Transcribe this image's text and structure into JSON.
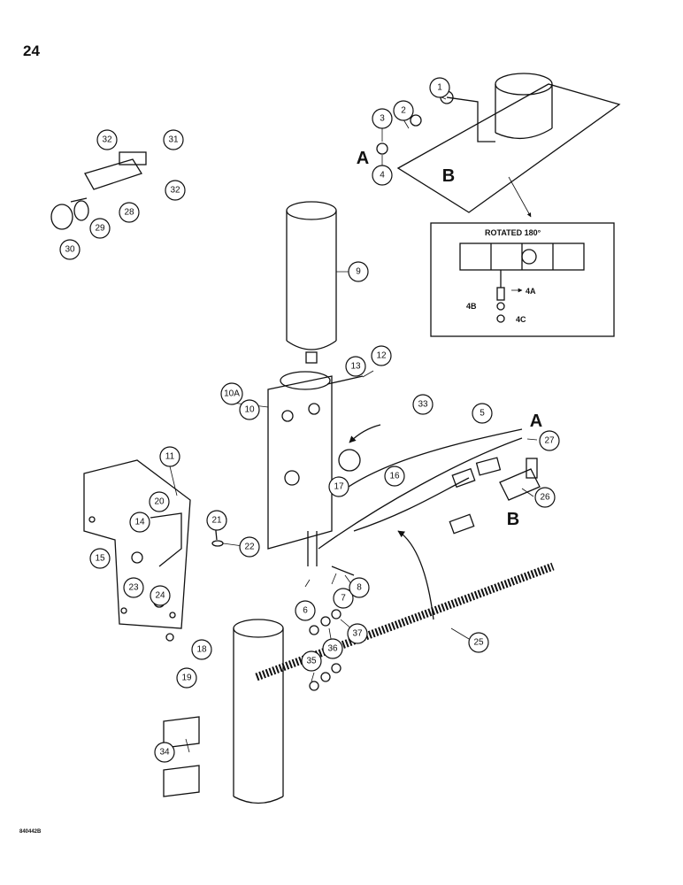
{
  "page_number": "24",
  "ref_code": "840442B",
  "inset": {
    "title": "ROTATED 180°",
    "labels": [
      "4A",
      "4B",
      "4C"
    ]
  },
  "letters": {
    "a": "A",
    "b": "B"
  },
  "callouts": [
    "1",
    "2",
    "3",
    "4",
    "5",
    "6",
    "7",
    "8",
    "9",
    "10",
    "10A",
    "11",
    "12",
    "13",
    "14",
    "15",
    "16",
    "17",
    "18",
    "19",
    "20",
    "21",
    "22",
    "23",
    "24",
    "25",
    "26",
    "27",
    "28",
    "29",
    "30",
    "31",
    "32",
    "33",
    "34",
    "35",
    "36",
    "37"
  ]
}
